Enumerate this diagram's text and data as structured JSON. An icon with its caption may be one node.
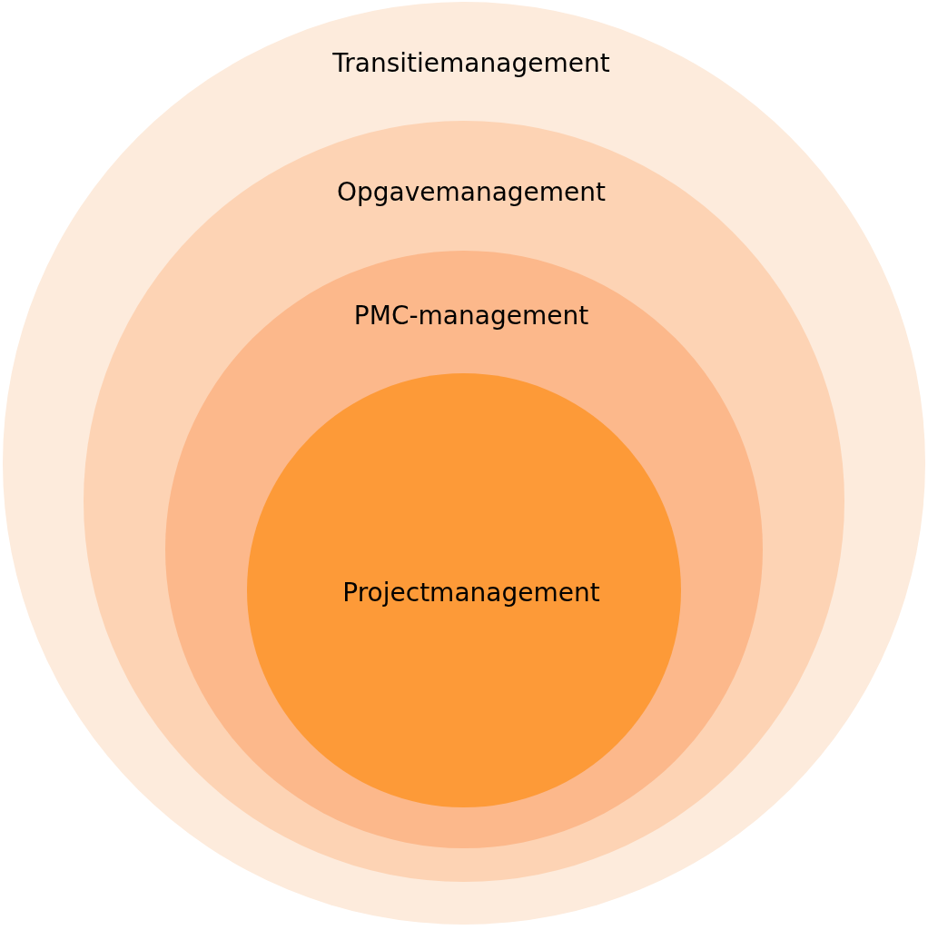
{
  "diagram": {
    "nodes": [
      {
        "text": [
          "Transitiemanagement"
        ]
      },
      {
        "text": [
          "Opgavemanagement"
        ],
        "in": 0
      },
      {
        "text": [
          "PMC-management"
        ],
        "in": 1
      },
      {
        "text": [
          "Projectmanagement"
        ],
        "in": 2
      }
    ],
    "edges": []
  }
}
